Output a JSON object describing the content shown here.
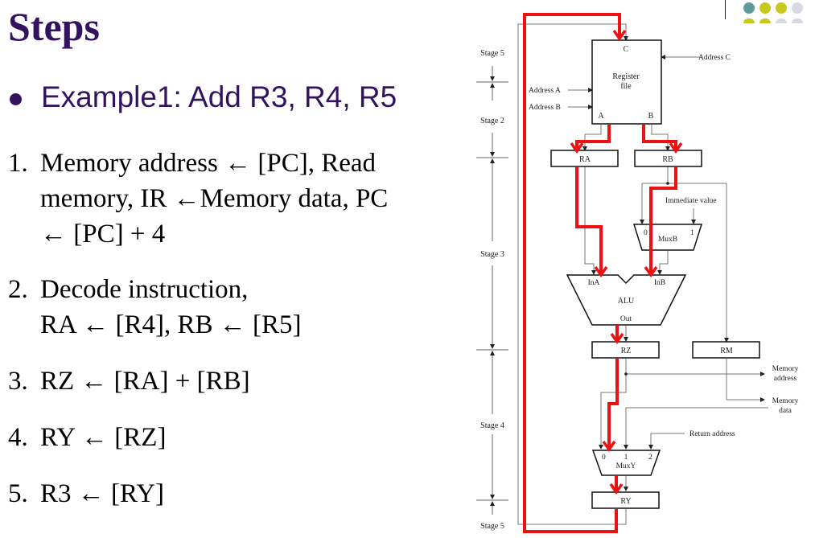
{
  "slide": {
    "title": "Steps",
    "bullet": "Example1: Add R3, R4, R5",
    "steps": [
      {
        "num": "1.",
        "lines": [
          "Memory address ← [PC], Read",
          "memory, IR ←Memory data, PC",
          "← [PC] + 4"
        ]
      },
      {
        "num": "2.",
        "lines": [
          "Decode instruction,",
          "RA ← [R4], RB ← [R5]"
        ]
      },
      {
        "num": "3.",
        "lines": [
          "RZ ← [RA] + [RB]"
        ]
      },
      {
        "num": "4.",
        "lines": [
          "RY ← [RZ]"
        ]
      },
      {
        "num": "5.",
        "lines": [
          "R3 ← [RY]"
        ]
      }
    ],
    "decor_dot_colors": [
      "#5f9b9b",
      "#c8c81e",
      "#c8c81e",
      "#d9d9e6"
    ]
  },
  "diagram": {
    "stages": [
      "Stage 5",
      "Stage 2",
      "Stage 3",
      "Stage 4",
      "Stage 5"
    ],
    "register_file": {
      "label_line1": "Register",
      "label_line2": "file",
      "port_c": "C",
      "port_a": "A",
      "port_b": "B"
    },
    "inputs": {
      "address_a": "Address A",
      "address_b": "Address B",
      "address_c": "Address C",
      "immediate": "Immediate value",
      "return_address": "Return address"
    },
    "outputs": {
      "memory_address_1": "Memory",
      "memory_address_2": "address",
      "memory_data_1": "Memory",
      "memory_data_2": "data"
    },
    "registers": {
      "ra": "RA",
      "rb": "RB",
      "rz": "RZ",
      "rm": "RM",
      "ry": "RY"
    },
    "muxb": {
      "label": "MuxB",
      "in0": "0",
      "in1": "1"
    },
    "alu": {
      "label": "ALU",
      "in_a": "InA",
      "in_b": "InB",
      "out": "Out"
    },
    "muxy": {
      "label": "MuxY",
      "in0": "0",
      "in1": "1",
      "in2": "2"
    },
    "highlight_color": "#ee1111"
  }
}
